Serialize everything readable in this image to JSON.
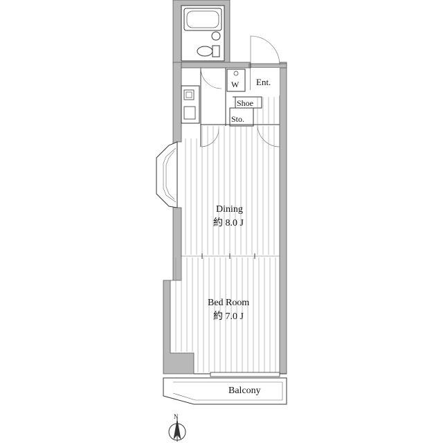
{
  "rooms": {
    "entrance": "Ent.",
    "washer": "W",
    "shoe": "Shoe",
    "storage": "Sto.",
    "dining_name": "Dining",
    "dining_size": "約 8.0 J",
    "bedroom_name": "Bed Room",
    "bedroom_size": "約 7.0 J",
    "balcony": "Balcony"
  },
  "compass": {
    "north": "N"
  }
}
